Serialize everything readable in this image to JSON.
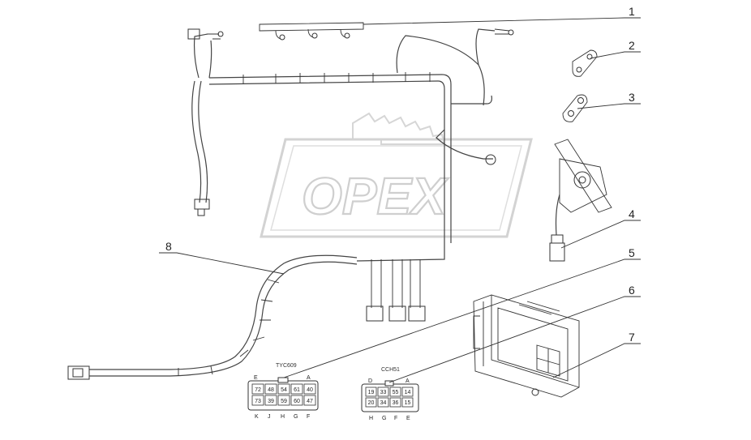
{
  "watermark": {
    "text": "OPEX"
  },
  "callouts": [
    {
      "label": "1"
    },
    {
      "label": "2"
    },
    {
      "label": "3"
    },
    {
      "label": "4"
    },
    {
      "label": "5"
    },
    {
      "label": "6"
    },
    {
      "label": "7"
    },
    {
      "label": "8"
    }
  ],
  "connector_left": {
    "label": "TYC609",
    "top_letters": [
      "E",
      "A"
    ],
    "bottom_letters": [
      "K",
      "J",
      "H",
      "G",
      "F"
    ],
    "row1": [
      "72",
      "48",
      "54",
      "61",
      "40"
    ],
    "row2": [
      "73",
      "39",
      "59",
      "60",
      "47"
    ]
  },
  "connector_right": {
    "label": "CCH51",
    "top_letters": [
      "D",
      "A"
    ],
    "bottom_letters": [
      "H",
      "G",
      "F",
      "E"
    ],
    "row1": [
      "19",
      "33",
      "55",
      "14"
    ],
    "row2": [
      "20",
      "34",
      "36",
      "15"
    ]
  },
  "colors": {
    "line": "#333333",
    "watermark": "#cfcfcf"
  }
}
